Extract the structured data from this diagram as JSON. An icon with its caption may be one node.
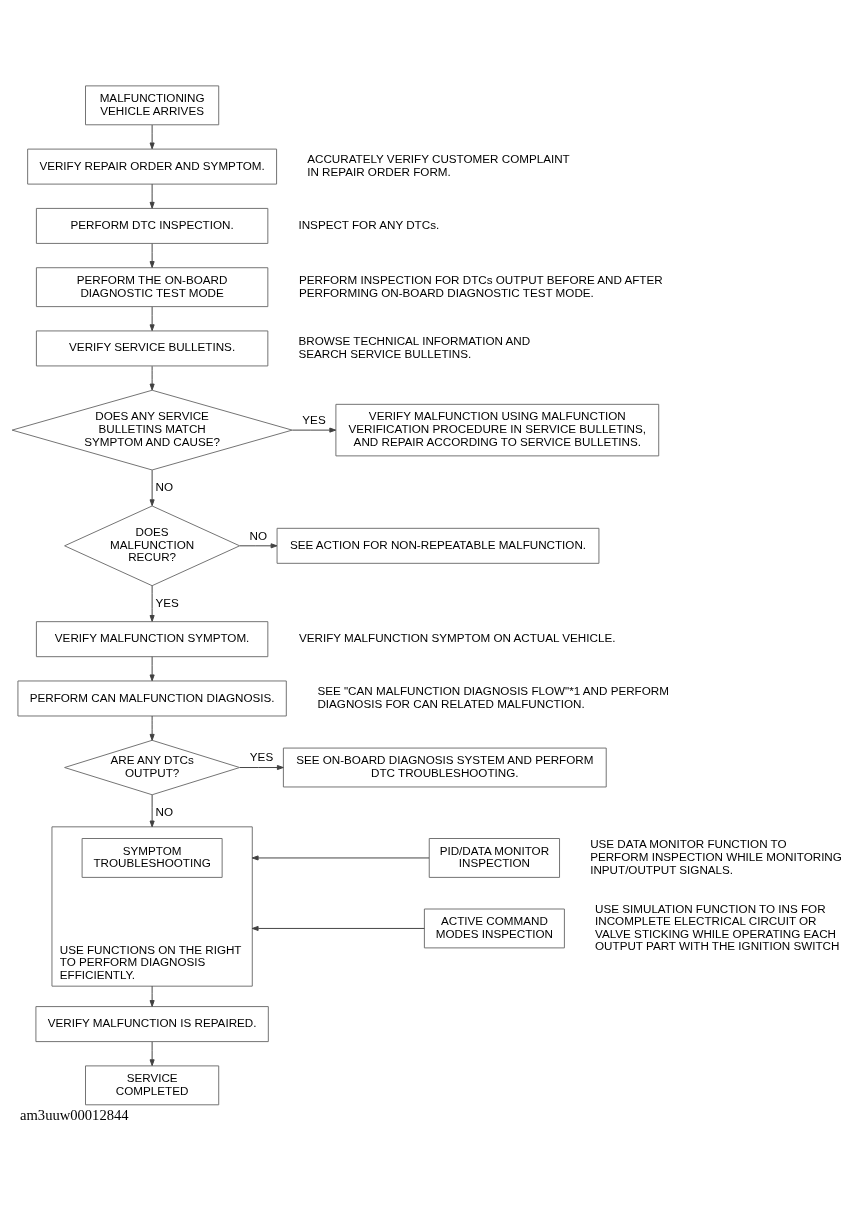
{
  "diagram": {
    "caption": "am3uuw00012844",
    "nodes": [
      {
        "text": [
          "MALFUNCTIONING VEHICLE ARRIVES"
        ]
      },
      {
        "text": [
          "VERIFY REPAIR ORDER AND SYMPTOM."
        ],
        "beside": [
          "ACCURATELY VERIFY CUSTOMER COMPLAINT IN REPAIR ORDER FORM."
        ]
      },
      {
        "text": [
          "PERFORM DTC INSPECTION."
        ],
        "beside": [
          "INSPECT FOR ANY DTCs."
        ]
      },
      {
        "text": [
          "PERFORM THE ON-BOARD DIAGNOSTIC TEST MODE"
        ],
        "beside": [
          "PERFORM INSPECTION FOR DTCs OUTPUT BEFORE AND AFTER PERFORMING ON-BOARD DIAGNOSTIC TEST MODE."
        ]
      },
      {
        "text": [
          "VERIFY SERVICE BULLETINS."
        ],
        "beside": [
          "BROWSE TECHNICAL INFORMATION AND SEARCH SERVICE BULLETINS."
        ]
      },
      {
        "text": [
          "DOES ANY SERVICE BULLETINS MATCH SYMPTOM AND CAUSE?"
        ]
      },
      {
        "text": [
          "VERIFY MALFUNCTION USING MALFUNCTION VERIFICATION PROCEDURE IN SERVICE BULLETINS, AND REPAIR ACCORDING TO SERVICE BULLETINS."
        ]
      },
      {
        "text": [
          "DOES MALFUNCTION RECUR?"
        ]
      },
      {
        "text": [
          "SEE ACTION FOR NON-REPEATABLE MALFUNCTION."
        ]
      },
      {
        "text": [
          "VERIFY MALFUNCTION SYMPTOM."
        ],
        "beside": [
          "VERIFY MALFUNCTION SYMPTOM ON ACTUAL VEHICLE."
        ]
      },
      {
        "text": [
          "PERFORM CAN MALFUNCTION DIAGNOSIS."
        ],
        "beside": [
          "SEE \"CAN MALFUNCTION DIAGNOSIS FLOW\"*1 AND PERFORM DIAGNOSIS FOR CAN RELATED MALFUNCTION."
        ]
      },
      {
        "text": [
          "ARE ANY DTCs OUTPUT?"
        ]
      },
      {
        "text": [
          "SEE ON-BOARD DIAGNOSIS SYSTEM AND PERFORM DTC TROUBLESHOOTING."
        ]
      },
      {
        "text": [
          "USE FUNCTIONS ON THE RIGHT TO PERFORM DIAGNOSIS EFFICIENTLY."
        ]
      },
      {
        "text": [
          "SYMPTOM TROUBLESHOOTING"
        ],
        "in": 13
      },
      {
        "text": [
          "PID/DATA MONITOR INSPECTION"
        ],
        "beside": [
          "USE DATA MONITOR FUNCTION TO PERFORM INSPECTION WHILE MONITORING INPUT/OUTPUT SIGNALS."
        ]
      },
      {
        "text": [
          "ACTIVE COMMAND MODES INSPECTION"
        ],
        "beside": [
          "USE SIMULATION FUNCTION TO INS FOR INCOMPLETE ELECTRICAL CIRCUIT OR VALVE STICKING WHILE OPERATING EACH OUTPUT PART WITH THE IGNITION SWITCH"
        ]
      },
      {
        "text": [
          "VERIFY MALFUNCTION IS REPAIRED."
        ]
      },
      {
        "text": [
          "SERVICE COMPLETED"
        ]
      }
    ],
    "edges": [
      {
        "from": 0,
        "to": 1,
        "arrow": "to"
      },
      {
        "from": 1,
        "to": 2,
        "arrow": "to"
      },
      {
        "from": 2,
        "to": 3,
        "arrow": "to"
      },
      {
        "from": 3,
        "to": 4,
        "arrow": "to"
      },
      {
        "from": 4,
        "to": 5,
        "arrow": "to"
      },
      {
        "from": 5,
        "to": 6,
        "arrow": "to",
        "label": "YES"
      },
      {
        "from": 5,
        "to": 7,
        "arrow": "to",
        "label": "NO"
      },
      {
        "from": 7,
        "to": 8,
        "arrow": "to",
        "label": "NO"
      },
      {
        "from": 7,
        "to": 9,
        "arrow": "to",
        "label": "YES"
      },
      {
        "from": 9,
        "to": 10,
        "arrow": "to"
      },
      {
        "from": 10,
        "to": 11,
        "arrow": "to"
      },
      {
        "from": 11,
        "to": 12,
        "arrow": "to",
        "label": "YES"
      },
      {
        "from": 11,
        "to": 13,
        "arrow": "to",
        "label": "NO"
      },
      {
        "from": 15,
        "to": 13,
        "arrow": "to"
      },
      {
        "from": 16,
        "to": 13,
        "arrow": "to"
      },
      {
        "from": 13,
        "to": 17,
        "arrow": "to"
      },
      {
        "from": 17,
        "to": 18,
        "arrow": "to"
      }
    ]
  }
}
